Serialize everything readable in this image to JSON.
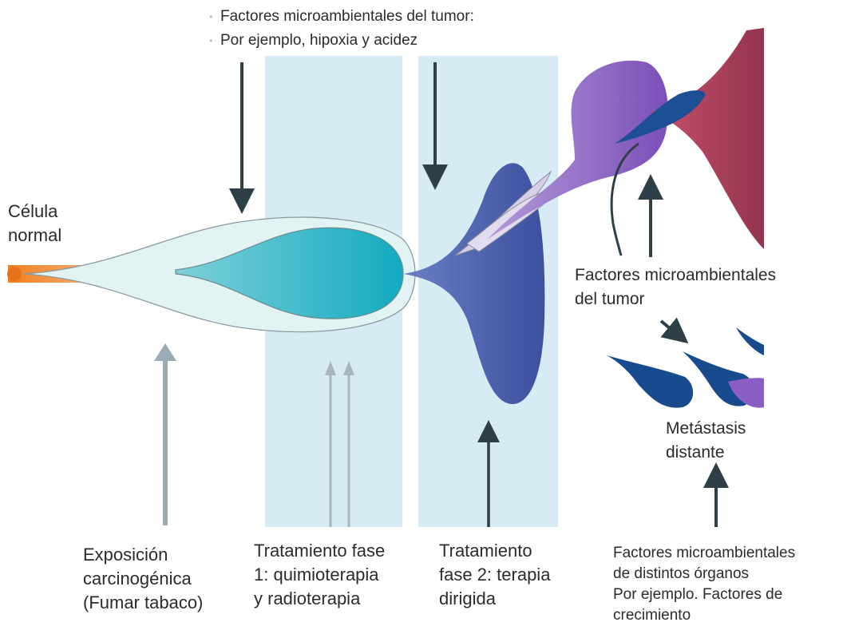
{
  "labels": {
    "top_factors_line1": "Factores microambientales del tumor:",
    "top_factors_line2": "Por ejemplo, hipoxia y acidez",
    "normal_cell_line1": "Célula",
    "normal_cell_line2": "normal",
    "right_factors_line1": "Factores microambientales",
    "right_factors_line2": "del tumor",
    "metastasis_line1": "Metástasis",
    "metastasis_line2": "distante",
    "exposure_line1": "Exposición",
    "exposure_line2": "carcinogénica",
    "exposure_line3": "(Fumar tabaco)",
    "phase1_line1": "Tratamiento fase",
    "phase1_line2": "1: quimioterapia",
    "phase1_line3": "y radioterapia",
    "phase2_line1": "Tratamiento",
    "phase2_line2": "fase 2: terapia",
    "phase2_line3": "dirigida",
    "organs_line1": "Factores microambientales",
    "organs_line2": "de distintos órganos",
    "organs_line3": "Por ejemplo. Factores de",
    "organs_line4": "crecimiento"
  },
  "colors": {
    "normal_cell": "#f08a2c",
    "early_clone_outer": "#def2f1",
    "early_clone_inner": "#1fb0c4",
    "treatment_band": "#d4eaf3",
    "resistant_clone": "#4a5fab",
    "late_clone": "#8b5fc2",
    "invasive_clone": "#a8435f",
    "metastatic_clone": "#1c4f93",
    "arrow_dark": "#2f3f48",
    "arrow_grey": "#9aabb3"
  }
}
